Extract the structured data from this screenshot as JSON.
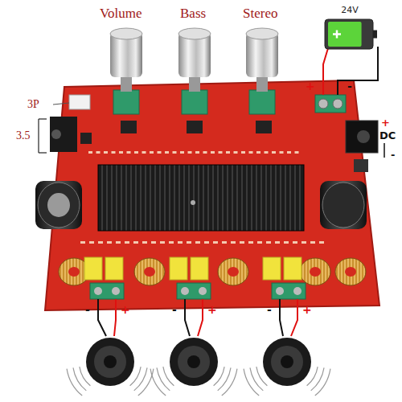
{
  "diagram": {
    "nodes": [
      {
        "text": [
          "24V"
        ]
      }
    ],
    "labels": [
      "Volume",
      "Bass",
      "Stereo",
      "+",
      "-",
      "3P",
      "3.5",
      "+",
      "DC",
      "-",
      "-",
      "+",
      "-",
      "+",
      "-",
      "+"
    ]
  }
}
